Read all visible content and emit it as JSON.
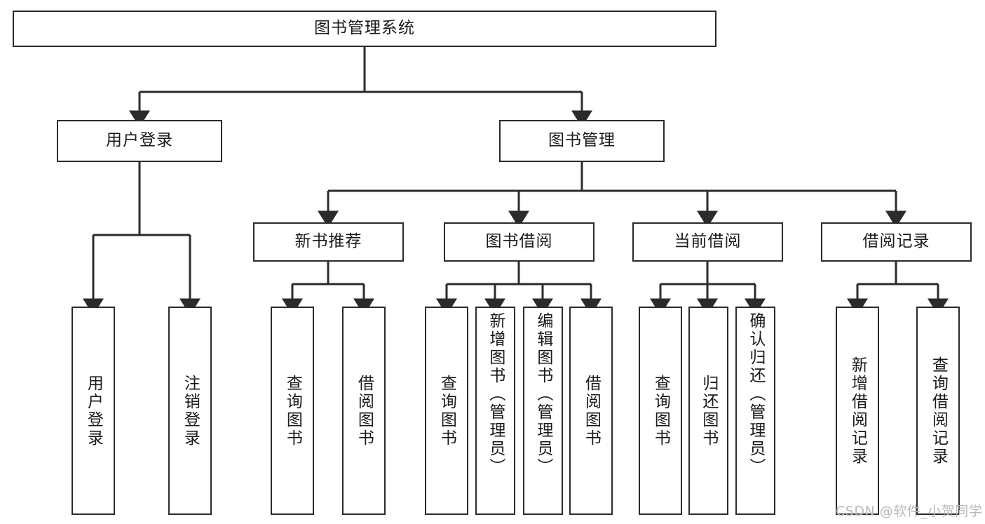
{
  "diagram": {
    "title": "图书管理系统",
    "type": "hierarchy-tree",
    "orientation": "top-down",
    "colors": {
      "stroke": "#2b2b2b",
      "fill": "#ffffff",
      "text": "#1a1a1a",
      "watermark": "#b9b9b9"
    }
  },
  "root": {
    "label": "图书管理系统"
  },
  "level2": [
    {
      "label": "用户登录"
    },
    {
      "label": "图书管理"
    }
  ],
  "level3": [
    {
      "label": "新书推荐"
    },
    {
      "label": "图书借阅"
    },
    {
      "label": "当前借阅"
    },
    {
      "label": "借阅记录"
    }
  ],
  "leaves": {
    "user_login": [
      {
        "label": "用户登录"
      },
      {
        "label": "注销登录"
      }
    ],
    "new_book_recommend": [
      {
        "label": "查询图书"
      },
      {
        "label": "借阅图书"
      }
    ],
    "book_borrow": [
      {
        "label": "查询图书"
      },
      {
        "label": "新增图书（管理员）"
      },
      {
        "label": "编辑图书（管理员）"
      },
      {
        "label": "借阅图书"
      }
    ],
    "current_borrow": [
      {
        "label": "查询图书"
      },
      {
        "label": "归还图书"
      },
      {
        "label": "确认归还（管理员）"
      }
    ],
    "borrow_record": [
      {
        "label": "新增借阅记录"
      },
      {
        "label": "查询借阅记录"
      }
    ]
  },
  "watermark": {
    "text": "CSDN @软件_小贺同学"
  }
}
